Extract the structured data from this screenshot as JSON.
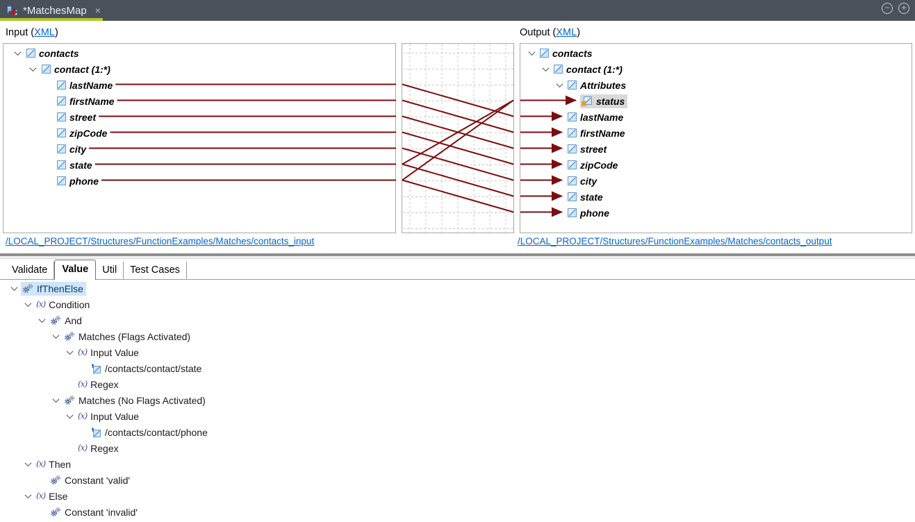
{
  "titlebar": {
    "tab": {
      "label": "*MatchesMap",
      "close": "×"
    },
    "controls": {
      "collapse": "−",
      "expand": "+"
    }
  },
  "input_panel": {
    "header": {
      "prefix": "Input (",
      "link": "XML",
      "suffix": ")"
    },
    "tree": [
      {
        "label": "contacts",
        "level": 0,
        "chevron": true,
        "icon": "element"
      },
      {
        "label": "contact (1:*)",
        "level": 1,
        "chevron": true,
        "icon": "element"
      },
      {
        "label": "lastName",
        "level": 2,
        "icon": "element"
      },
      {
        "label": "firstName",
        "level": 2,
        "icon": "element"
      },
      {
        "label": "street",
        "level": 2,
        "icon": "element"
      },
      {
        "label": "zipCode",
        "level": 2,
        "icon": "element"
      },
      {
        "label": "city",
        "level": 2,
        "icon": "element"
      },
      {
        "label": "state",
        "level": 2,
        "icon": "element"
      },
      {
        "label": "phone",
        "level": 2,
        "icon": "element"
      }
    ],
    "footer_link": "/LOCAL_PROJECT/Structures/FunctionExamples/Matches/contacts_input"
  },
  "output_panel": {
    "header": {
      "prefix": "Output (",
      "link": "XML",
      "suffix": ")"
    },
    "tree": [
      {
        "label": "contacts",
        "level": 0,
        "chevron": true,
        "icon": "element"
      },
      {
        "label": "contact (1:*)",
        "level": 1,
        "chevron": true,
        "icon": "element"
      },
      {
        "label": "Attributes",
        "level": 2,
        "chevron": true,
        "icon": "element"
      },
      {
        "label": "status",
        "level": 3,
        "icon": "attribute",
        "selected": true,
        "arrow": true
      },
      {
        "label": "lastName",
        "level": 2,
        "icon": "element",
        "arrow": true
      },
      {
        "label": "firstName",
        "level": 2,
        "icon": "element",
        "arrow": true
      },
      {
        "label": "street",
        "level": 2,
        "icon": "element",
        "arrow": true
      },
      {
        "label": "zipCode",
        "level": 2,
        "icon": "element",
        "arrow": true
      },
      {
        "label": "city",
        "level": 2,
        "icon": "element",
        "arrow": true
      },
      {
        "label": "state",
        "level": 2,
        "icon": "element",
        "arrow": true
      },
      {
        "label": "phone",
        "level": 2,
        "icon": "element",
        "arrow": true
      }
    ],
    "footer_link": "/LOCAL_PROJECT/Structures/FunctionExamples/Matches/contacts_output"
  },
  "connections": [
    {
      "from": "lastName",
      "to": "lastName"
    },
    {
      "from": "firstName",
      "to": "firstName"
    },
    {
      "from": "street",
      "to": "street"
    },
    {
      "from": "zipCode",
      "to": "zipCode"
    },
    {
      "from": "city",
      "to": "city"
    },
    {
      "from": "state",
      "to": "state"
    },
    {
      "from": "phone",
      "to": "phone"
    },
    {
      "from": "state",
      "to": "status"
    },
    {
      "from": "phone",
      "to": "status"
    }
  ],
  "function_panel": {
    "tabs": [
      {
        "label": "Validate",
        "selected": false
      },
      {
        "label": "Value",
        "selected": true
      },
      {
        "label": "Util",
        "selected": false
      },
      {
        "label": "Test Cases",
        "selected": false
      }
    ],
    "tree": [
      {
        "label": "IfThenElse",
        "level": 0,
        "icon": "gears",
        "chevron": true,
        "selected": true
      },
      {
        "label": "Condition",
        "level": 1,
        "icon": "fx",
        "chevron": true
      },
      {
        "label": "And",
        "level": 2,
        "icon": "gears",
        "chevron": true
      },
      {
        "label": "Matches (Flags Activated)",
        "level": 3,
        "icon": "gears",
        "chevron": true
      },
      {
        "label": "Input Value",
        "level": 4,
        "icon": "fx",
        "chevron": true
      },
      {
        "label": "/contacts/contact/state",
        "level": 5,
        "icon": "element-ref"
      },
      {
        "label": "Regex",
        "level": 4,
        "icon": "fx"
      },
      {
        "label": "Matches (No Flags Activated)",
        "level": 3,
        "icon": "gears",
        "chevron": true
      },
      {
        "label": "Input Value",
        "level": 4,
        "icon": "fx",
        "chevron": true
      },
      {
        "label": "/contacts/contact/phone",
        "level": 5,
        "icon": "element-ref"
      },
      {
        "label": "Regex",
        "level": 4,
        "icon": "fx"
      },
      {
        "label": "Then",
        "level": 1,
        "icon": "fx",
        "chevron": true
      },
      {
        "label": "Constant 'valid'",
        "level": 2,
        "icon": "gears"
      },
      {
        "label": "Else",
        "level": 1,
        "icon": "fx",
        "chevron": true
      },
      {
        "label": "Constant 'invalid'",
        "level": 2,
        "icon": "gears"
      }
    ]
  },
  "colors": {
    "connection_line": "#7a0e0e",
    "tab_underline": "#b4c32f",
    "titlebar_bg": "#4a515b",
    "link": "#0a63c6",
    "selection_blue": "#cfe6f8",
    "selection_gray": "#d9d9d9"
  }
}
